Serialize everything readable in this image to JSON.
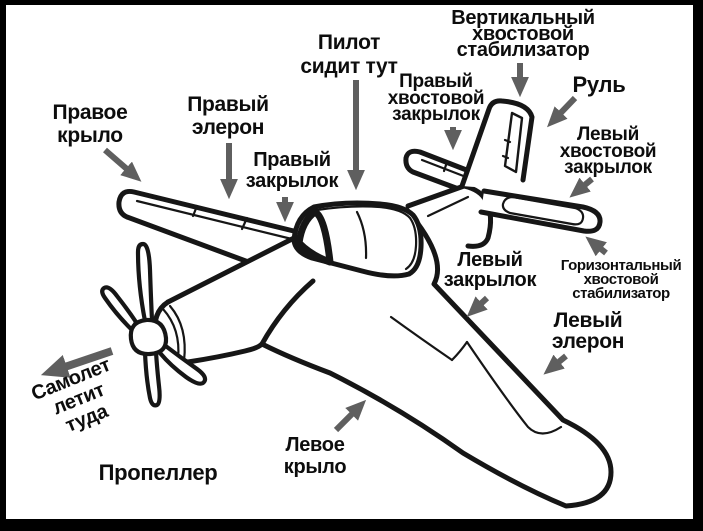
{
  "diagram_title": "Airplane parts diagram (Russian)",
  "colors": {
    "frame": "#000000",
    "line": "#161616",
    "arrow": "#5f5f5f",
    "text": "#0d0d0d"
  },
  "labels": {
    "right_wing": "Правое\nкрыло",
    "right_aileron": "Правый\nэлерон",
    "right_flap": "Правый\nзакрылок",
    "pilot": "Пилот\nсидит тут",
    "right_tail_flap": "Правый\nхвостовой\nзакрылок",
    "vertical_stabilizer": "Вертикальный\nхвостовой\nстабилизатор",
    "rudder": "Руль",
    "left_tail_flap": "Левый\nхвостовой\nзакрылок",
    "horizontal_stabilizer": "Горизонтальный\nхвостовой\nстабилизатор",
    "left_flap": "Левый\nзакрылок",
    "left_aileron": "Левый\nэлерон",
    "left_wing": "Левое\nкрыло",
    "propeller": "Пропеллер",
    "flight_direction": "Самолет\nлетит\nтуда"
  }
}
